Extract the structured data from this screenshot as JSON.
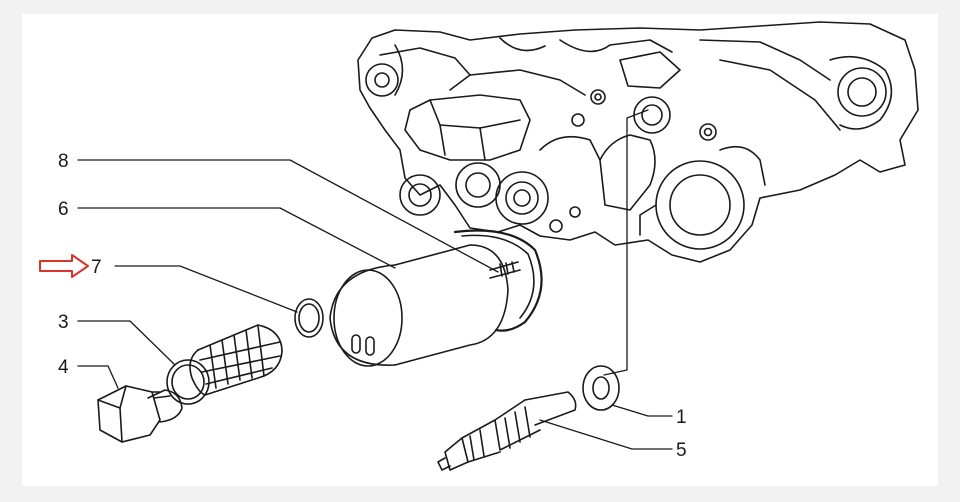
{
  "diagram": {
    "callouts": [
      {
        "id": "c8",
        "label": "8"
      },
      {
        "id": "c6",
        "label": "6"
      },
      {
        "id": "c7",
        "label": "7"
      },
      {
        "id": "c3",
        "label": "3"
      },
      {
        "id": "c4",
        "label": "4"
      },
      {
        "id": "c1",
        "label": "1"
      },
      {
        "id": "c5",
        "label": "5"
      }
    ],
    "highlight": {
      "callout": "7",
      "icon": "arrow-right-icon",
      "color": "#d9342b"
    },
    "line_color": "#1a1a1a"
  }
}
